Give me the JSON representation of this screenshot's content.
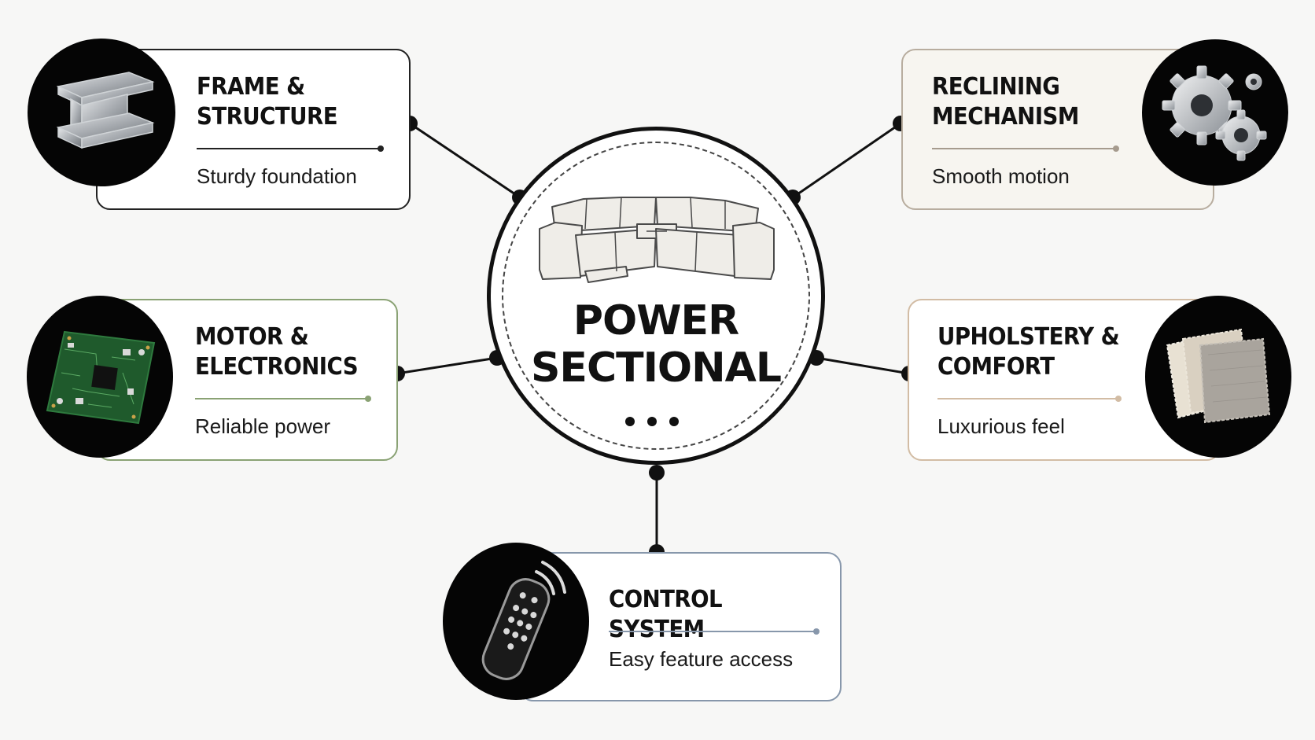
{
  "hub": {
    "title": "POWER\nSECTIONAL",
    "image": "sectional-sofa-icon"
  },
  "components": [
    {
      "id": "frame",
      "title": "FRAME &\nSTRUCTURE",
      "subtitle": "Sturdy foundation",
      "icon": "steel-beam-icon",
      "accent": "#222222"
    },
    {
      "id": "reclining",
      "title": "RECLINING\nMECHANISM",
      "subtitle": "Smooth motion",
      "icon": "gears-icon",
      "accent": "#b8ad9f"
    },
    {
      "id": "motor",
      "title": "MOTOR &\nELECTRONICS",
      "subtitle": "Reliable power",
      "icon": "circuit-board-icon",
      "accent": "#8aa274"
    },
    {
      "id": "upholstery",
      "title": "UPHOLSTERY &\nCOMFORT",
      "subtitle": "Luxurious feel",
      "icon": "fabric-swatches-icon",
      "accent": "#d2bca4"
    },
    {
      "id": "control",
      "title": "CONTROL SYSTEM",
      "subtitle": "Easy feature access",
      "icon": "remote-control-icon",
      "accent": "#8797ab"
    }
  ]
}
